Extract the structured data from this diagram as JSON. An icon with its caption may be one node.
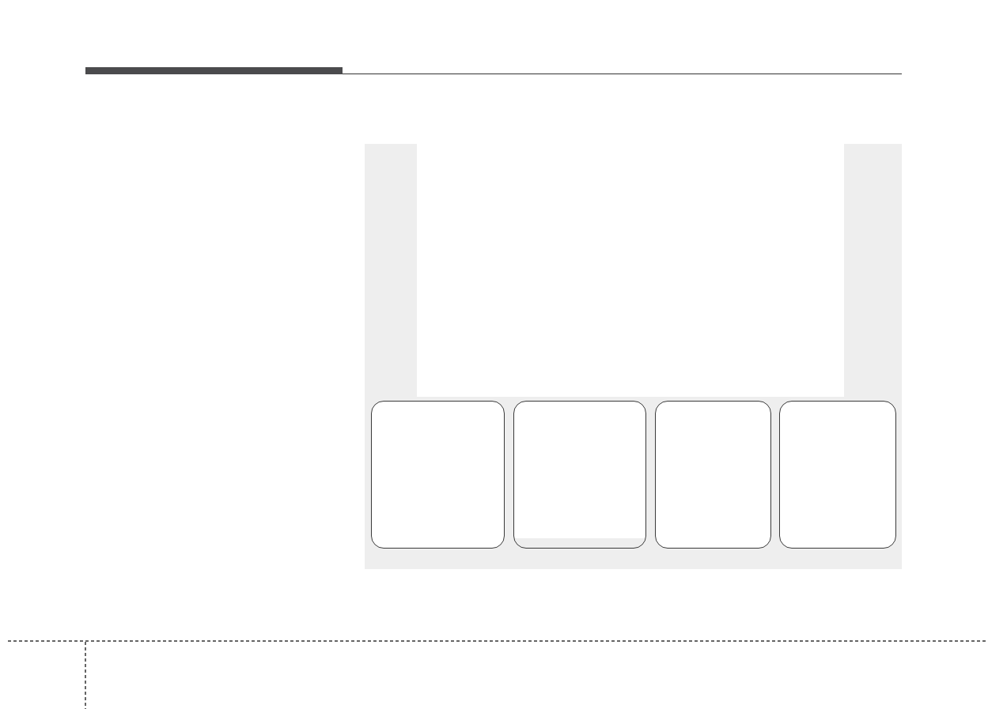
{
  "diagram": {
    "nodes": [
      {
        "text": [],
        "shape": "box"
      },
      {
        "text": [],
        "shape": "box",
        "in": 0
      },
      {
        "text": [],
        "shape": "box",
        "in": 0
      },
      {
        "text": [],
        "shape": "box",
        "in": 0
      },
      {
        "text": [],
        "shape": "box",
        "in": 0
      },
      {
        "text": [],
        "shape": "box",
        "in": 0
      }
    ]
  }
}
